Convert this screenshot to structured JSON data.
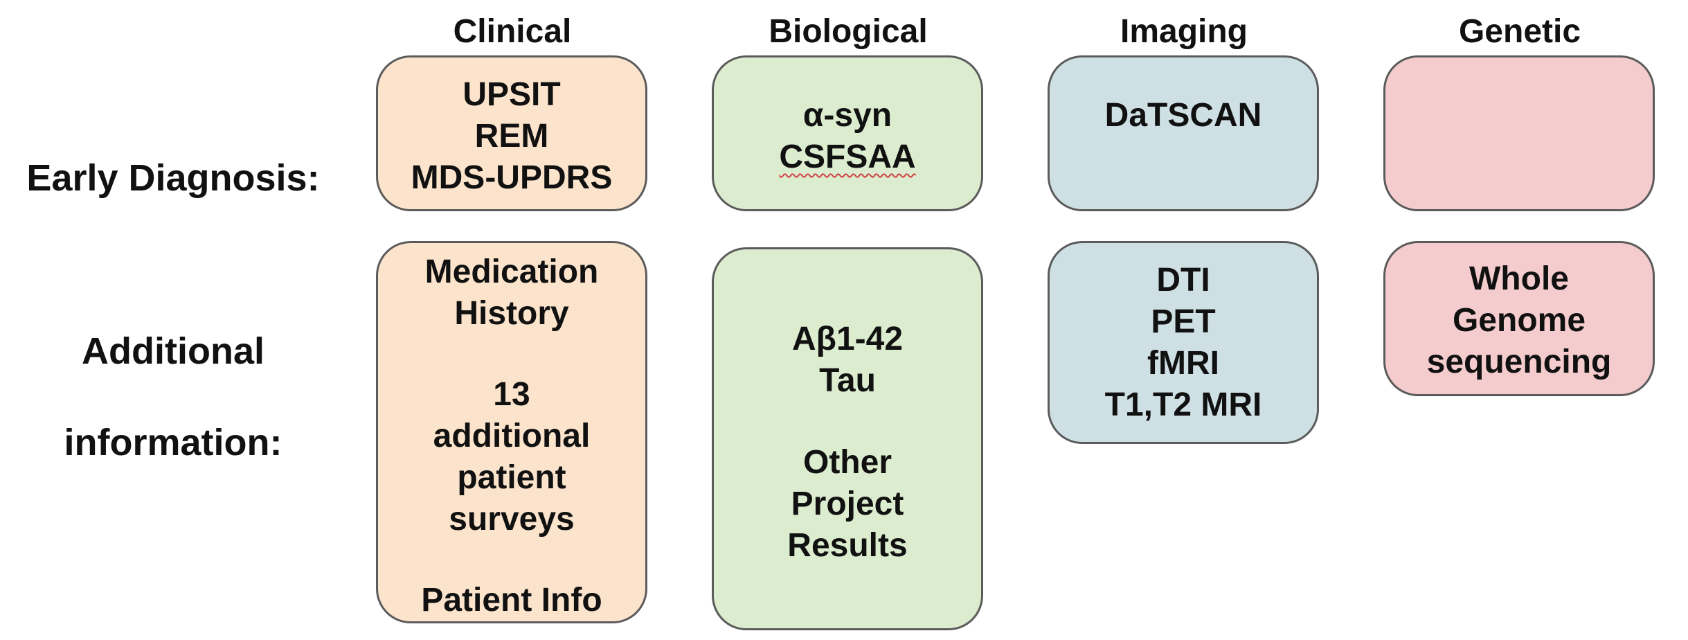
{
  "columns": {
    "clinical": "Clinical",
    "biological": "Biological",
    "imaging": "Imaging",
    "genetic": "Genetic"
  },
  "rows": {
    "early": "Early Diagnosis:",
    "additional_line1": "Additional",
    "additional_line2": "information:"
  },
  "early_diagnosis": {
    "clinical": [
      "UPSIT",
      "REM",
      "MDS-UPDRS"
    ],
    "biological": [
      "α-syn",
      "CSFSAA"
    ],
    "imaging": [
      "DaTSCAN"
    ],
    "genetic": []
  },
  "additional_information": {
    "clinical": {
      "group1": [
        "Medication",
        "History"
      ],
      "group2": [
        "13",
        "additional",
        "patient",
        "surveys"
      ],
      "group3": [
        "Patient Info"
      ]
    },
    "biological": {
      "group1": [
        "Aβ1-42",
        "Tau"
      ],
      "group2": [
        "Other",
        "Project",
        "Results"
      ]
    },
    "imaging": [
      "DTI",
      "PET",
      "fMRI",
      "T1,T2 MRI"
    ],
    "genetic": [
      "Whole",
      "Genome",
      "sequencing"
    ]
  },
  "colors": {
    "clinical": "#fce4cc",
    "biological": "#dceccf",
    "imaging": "#cfe0e5",
    "genetic": "#f4cccd",
    "border": "#5b5b5b"
  }
}
